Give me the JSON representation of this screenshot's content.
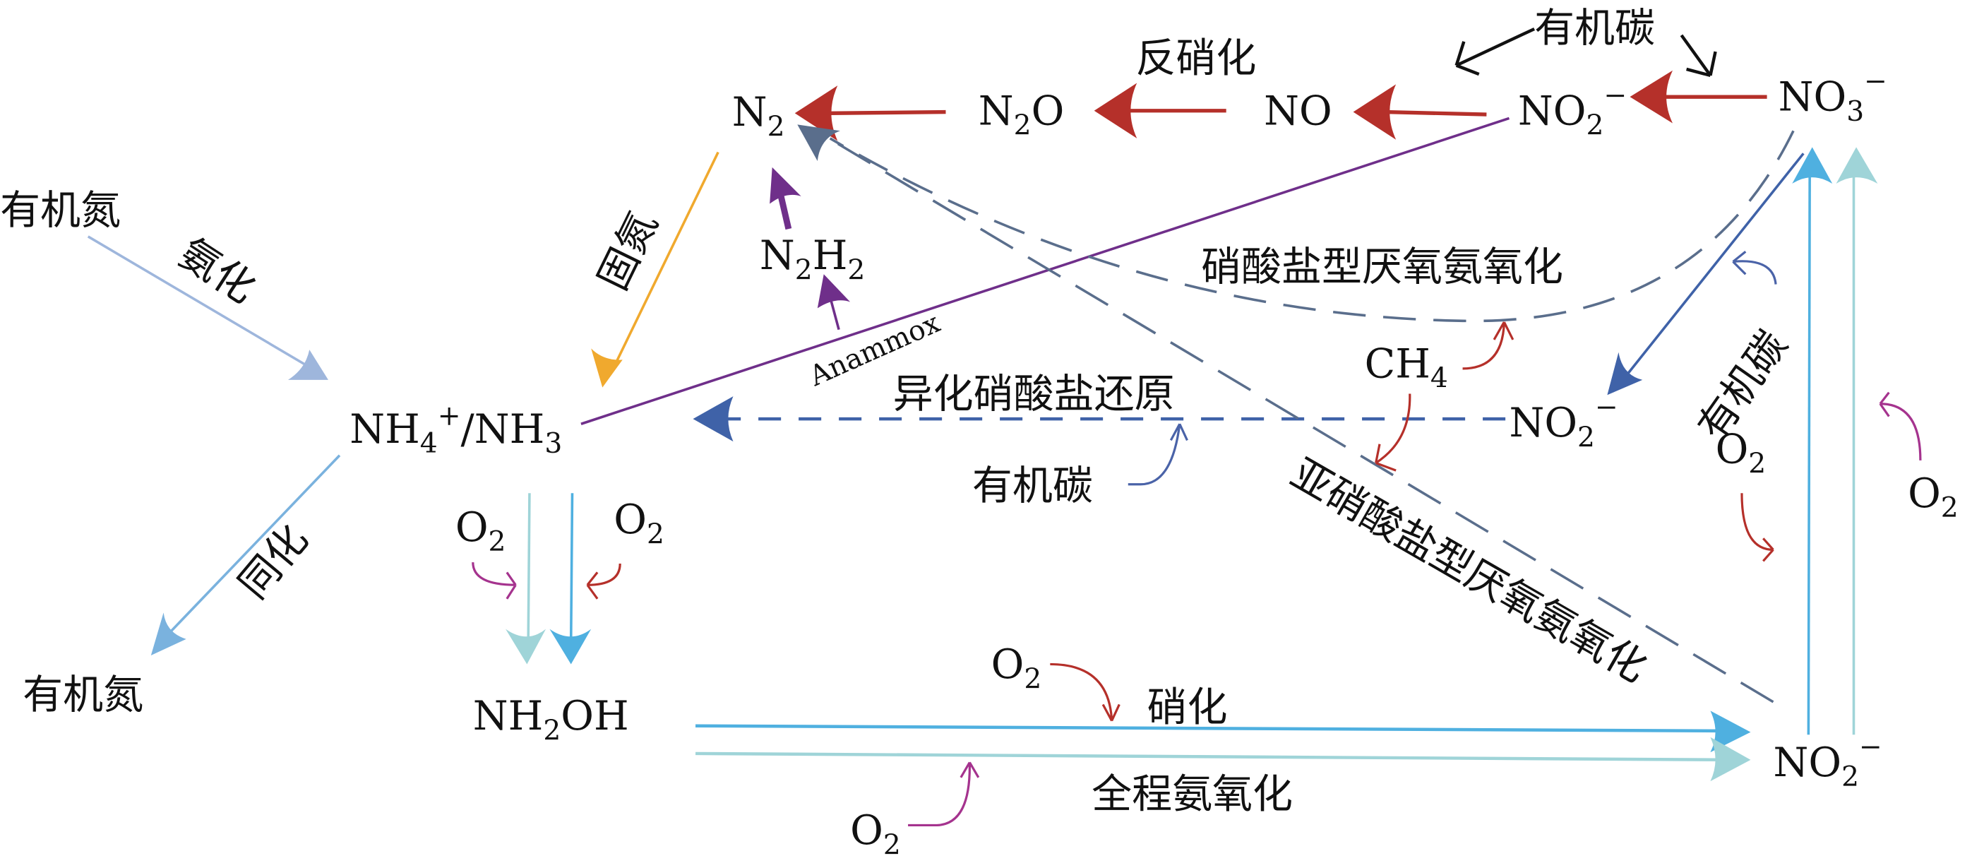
{
  "title": "氮循环过程示意图",
  "colors": {
    "denitrification": "#b5302a",
    "anammox": "#6f2f8a",
    "fixation": "#f0a92e",
    "ammonification": "#9eb6dc",
    "assimilation": "#7ab2de",
    "nitrification": "#4fb0e0",
    "comammox": "#9fd4d8",
    "dnra": "#3f62a8",
    "damo": "#5a6e8c",
    "o2_red": "#b5302a",
    "o2_magenta": "#a5338e",
    "carbon_blue": "#4a63a8",
    "text": "#111111"
  },
  "nodes": {
    "organic_n_top": "有机氮",
    "organic_n_bottom": "有机氮",
    "nh4": {
      "main": "NH",
      "sub1": "4",
      "sup": "+",
      "rest": "/NH",
      "sub2": "3"
    },
    "nh2oh": {
      "main": "NH",
      "sub": "2",
      "rest": "OH"
    },
    "n2": {
      "main": "N",
      "sub": "2"
    },
    "n2h2": {
      "a": "N",
      "sub1": "2",
      "b": "H",
      "sub2": "2"
    },
    "n2o": {
      "a": "N",
      "sub": "2",
      "b": "O"
    },
    "no": "NO",
    "no2_top": {
      "main": "NO",
      "sub": "2",
      "sup": "−"
    },
    "no3": {
      "main": "NO",
      "sub": "3",
      "sup": "−"
    },
    "no2_mid": {
      "main": "NO",
      "sub": "2",
      "sup": "−"
    },
    "no2_bottom": {
      "main": "NO",
      "sub": "2",
      "sup": "−"
    },
    "ch4": {
      "main": "CH",
      "sub": "4"
    }
  },
  "process_labels": {
    "ammonification": "氨化",
    "assimilation": "同化",
    "fixation": "固氮",
    "denitrification": "反硝化",
    "anammox": "Anammox",
    "dnra": "异化硝酸盐还原",
    "n_damo": "硝酸盐型厌氧氨氧化",
    "nitrite_damo": "亚硝酸盐型厌氧氨氧化",
    "nitrification": "硝化",
    "comammox": "全程氨氧化"
  },
  "reagents": {
    "organic_carbon_top": "有机碳",
    "organic_carbon_mid": "有机碳",
    "organic_carbon_right": "有机碳",
    "o2": {
      "main": "O",
      "sub": "2"
    }
  }
}
